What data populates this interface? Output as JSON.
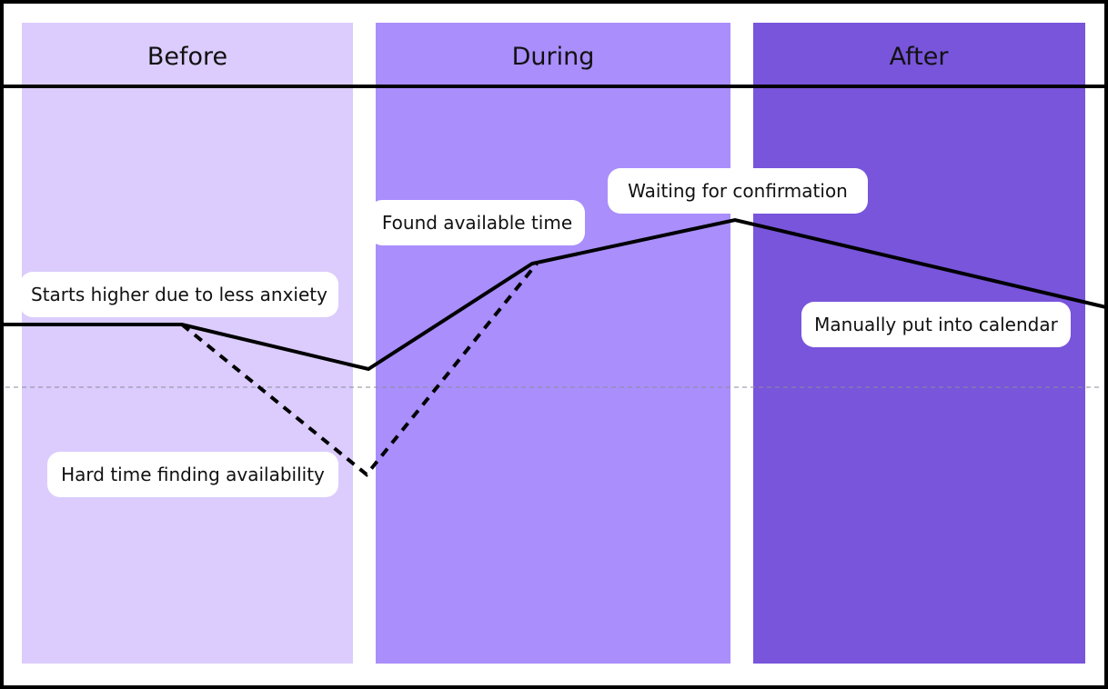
{
  "phases": [
    {
      "title": "Before",
      "color": "#dbccfd"
    },
    {
      "title": "During",
      "color": "#a98efc"
    },
    {
      "title": "After",
      "color": "#7855db"
    }
  ],
  "annotations": {
    "starts_higher": "Starts higher due to less anxiety",
    "hard_time": "Hard time finding availability",
    "found_time": "Found available time",
    "waiting": "Waiting for confirmation",
    "manual_calendar": "Manually put into calendar"
  },
  "colors": {
    "frame": "#000000",
    "baseline": "#8e8a99",
    "line": "#000000"
  }
}
